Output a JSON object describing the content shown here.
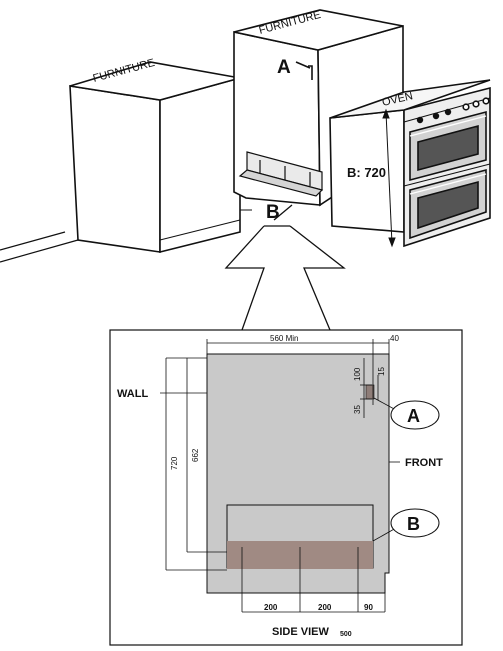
{
  "labels": {
    "furniture_left": "FURNITURE",
    "furniture_right": "FURNITURE",
    "oven": "OVEN",
    "oven_height": "B: 720",
    "bracket_a": "A",
    "bracket_b": "B"
  },
  "side_view": {
    "wall": "WALL",
    "front": "FRONT",
    "title": "SIDE VIEW",
    "title_sub": "500",
    "callout_a": "A",
    "callout_b": "B",
    "dims": {
      "width_min": "560  Min",
      "offset_front": "40",
      "height_total": "720",
      "height_inner": "662",
      "bracket_top": "100",
      "bracket_gap": "35",
      "bracket_size": "15",
      "span_1": "200",
      "span_2": "200",
      "span_3": "90"
    }
  },
  "colors": {
    "panel": "#c9c9c9",
    "bracket_b": "#a08a83",
    "bracket_a": "#8e7d78",
    "line": "#111111"
  }
}
